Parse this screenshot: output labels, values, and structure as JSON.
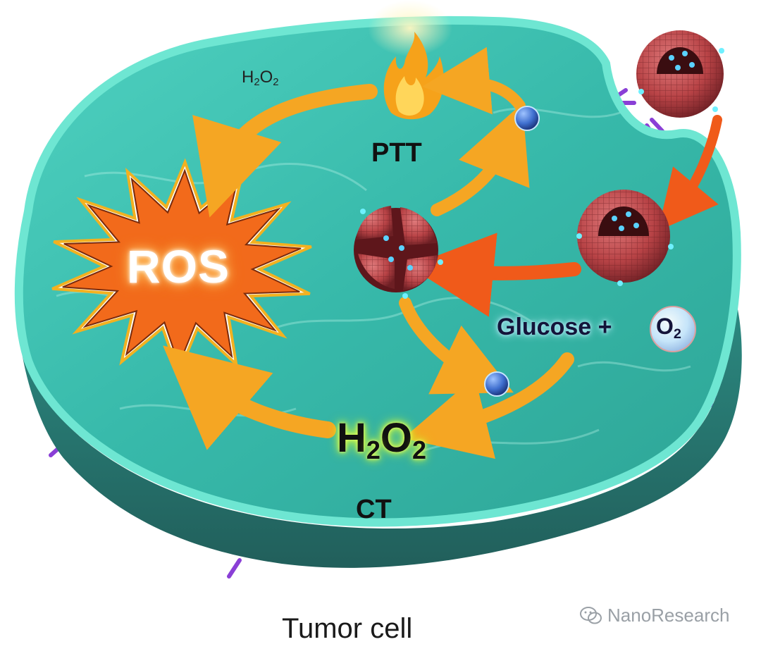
{
  "labels": {
    "h2o2_small": {
      "main": "H",
      "sub1": "2",
      "mid": "O",
      "sub2": "2"
    },
    "ptt": "PTT",
    "ros": "ROS",
    "glucose": "Glucose +",
    "o2": {
      "main": "O",
      "sub": "2"
    },
    "h2o2_main": {
      "main": "H",
      "sub1": "2",
      "mid": "O",
      "sub2": "2"
    },
    "ct": "CT",
    "caption": "Tumor cell"
  },
  "watermark": {
    "text": "NanoResearch",
    "icon": "wechat-icon"
  },
  "colors": {
    "cell_top": "#3fc7b6",
    "cell_rim": "#6ee6d2",
    "cell_side": "#2f8f86",
    "arrow_orange": "#f5a623",
    "arrow_red": "#f05a1a",
    "burst": "#f26a1b",
    "nanoparticle": "#c0474a",
    "dot_blue": "#3f6fcf"
  },
  "icons": [
    "flame-icon",
    "burst-icon",
    "nanoparticle-icon",
    "broken-nanoparticle-icon",
    "dot-icon",
    "bubble-icon",
    "receptor-icon"
  ]
}
